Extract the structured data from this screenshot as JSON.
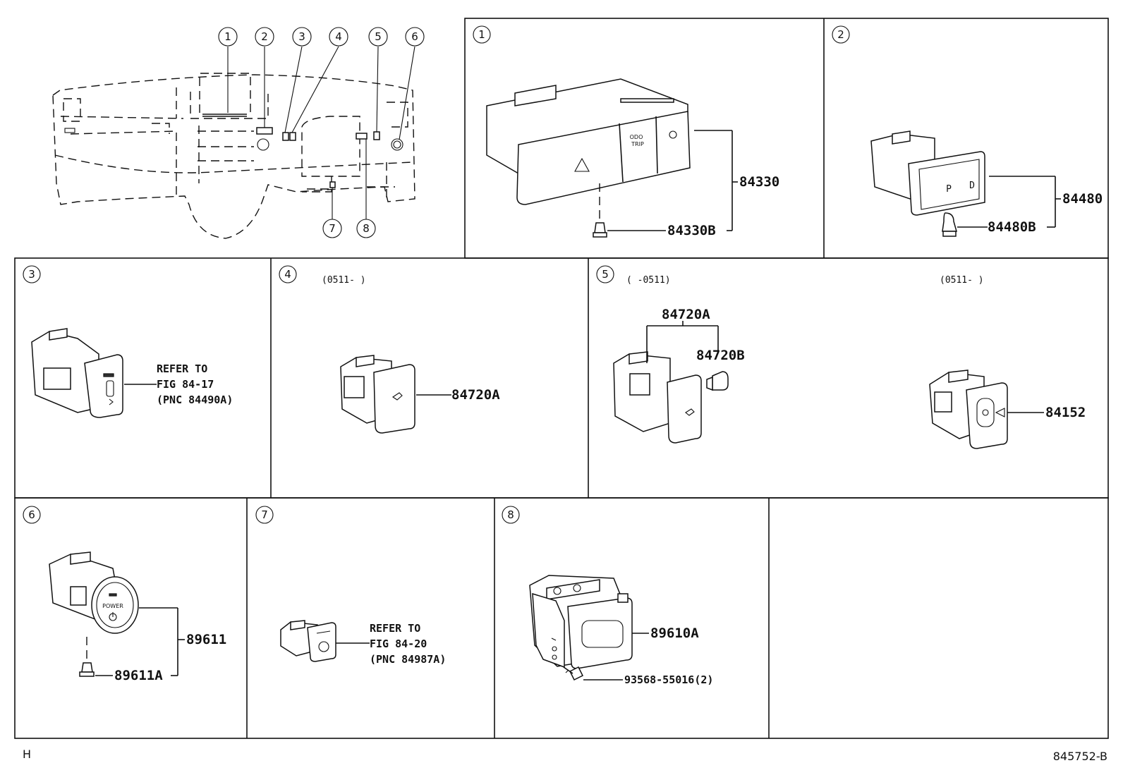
{
  "overview": {
    "callouts": [
      "1",
      "2",
      "3",
      "4",
      "5",
      "6",
      "7",
      "8"
    ]
  },
  "panels": [
    {
      "id": "1",
      "labels": [
        "84330",
        "84330B"
      ],
      "button_text": [
        "ODO",
        "TRIP"
      ]
    },
    {
      "id": "2",
      "labels": [
        "84480",
        "84480B"
      ],
      "button_text": [
        "P",
        "D"
      ]
    },
    {
      "id": "3",
      "note": [
        "REFER TO",
        "FIG  84-17",
        "(PNC 84490A)"
      ]
    },
    {
      "id": "4",
      "date_range": "(0511-      )",
      "labels": [
        "84720A"
      ]
    },
    {
      "id": "5",
      "date_range_left": "(      -0511)",
      "date_range_right": "(0511-      )",
      "labels": [
        "84720A",
        "84720B",
        "84152"
      ]
    },
    {
      "id": "6",
      "labels": [
        "89611",
        "89611A"
      ],
      "button_text": [
        "POWER"
      ]
    },
    {
      "id": "7",
      "note": [
        "REFER TO",
        "FIG 84-20",
        "(PNC 84987A)"
      ]
    },
    {
      "id": "8",
      "labels": [
        "89610A",
        "93568-55016(2)"
      ]
    }
  ],
  "footer": {
    "left": "H",
    "right": "845752-B"
  }
}
